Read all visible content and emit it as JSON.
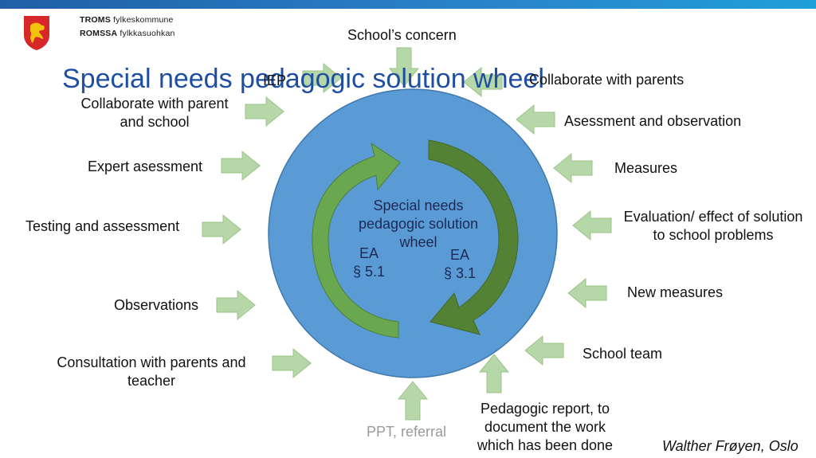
{
  "header": {
    "org_line1_bold": "TROMS",
    "org_line1": "fylkeskommune",
    "org_line2_bold": "ROMSSA",
    "org_line2": "fylkkasuohkan"
  },
  "title": "Special needs pedagogic solution wheel",
  "center": {
    "label_line1": "Special needs",
    "label_line2": "pedagogic solution",
    "label_line3": "wheel",
    "ea_left_1": "EA",
    "ea_left_2": "§ 5.1",
    "ea_right_1": "EA",
    "ea_right_2": "§ 3.1"
  },
  "inputs": {
    "schools_concern": "School’s concern",
    "iep": "IEP",
    "collab_parent_school_1": "Collaborate with parent",
    "collab_parent_school_2": "and school",
    "expert": "Expert asessment",
    "testing": "Testing and assessment",
    "observations": "Observations",
    "consult_1": "Consultation with parents and",
    "consult_2": "teacher",
    "ppt": "PPT, referral",
    "collab_parents": "Collaborate with parents",
    "asessment_obs": "Asessment and observation",
    "measures": "Measures",
    "eval_1": "Evaluation/ effect of solution",
    "eval_2": "to school problems",
    "new_measures": "New measures",
    "school_team": "School team",
    "report_1": "Pedagogic report, to",
    "report_2": "document the work",
    "report_3": "which has been done"
  },
  "credit": "Walther Frøyen, Oslo",
  "colors": {
    "circle": "#5b9bd5",
    "arrow_fill": "#b6d7a8",
    "arrow_stroke": "#9cc38a",
    "cycle_light": "#70ad47",
    "cycle_dark": "#548235",
    "title": "#1f4fa0"
  }
}
